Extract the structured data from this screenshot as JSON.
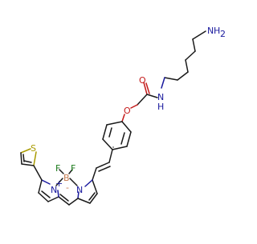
{
  "atoms": {
    "amine_n": "N",
    "amine_h": "H",
    "amine_2": "2",
    "amide_o": "O",
    "amide_n": "N",
    "amide_h": "H",
    "ether_o": "O",
    "thio_s": "S",
    "pyrrole_n1": "N",
    "n1_charge": "+",
    "pyrrole_n2": "N",
    "n2_charge": "-",
    "boron": "B",
    "boron_charge": "-",
    "fluorine_1": "F",
    "fluorine_2": "F"
  },
  "colors": {
    "carbon": "#1a1a1a",
    "nitrogen": "#1a1a9e",
    "oxygen": "#c41a1a",
    "sulfur": "#a89a00",
    "fluorine": "#1a7a1a",
    "boron": "#c47a50"
  }
}
